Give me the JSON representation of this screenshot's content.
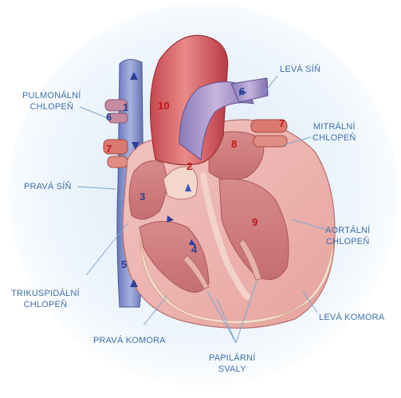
{
  "labels": {
    "pulmonalni_chlopen": [
      "PULMONÁLNÍ",
      "CHLOPEŇ"
    ],
    "leva_sin": "LEVÁ SÍŇ",
    "mitralni_chlopen": [
      "MITRÁLNÍ",
      "CHLOPEŇ"
    ],
    "prava_sin": "PRAVÁ SÍŇ",
    "aortalni_chlopen": [
      "AORTÁLNÍ",
      "CHLOPEŇ"
    ],
    "trikuspidalni_chlopen": [
      "TRIKUSPIDÁLNÍ",
      "CHLOPEŇ"
    ],
    "leva_komora": "LEVÁ KOMORA",
    "prava_komora": "PRAVÁ KOMORA",
    "papilarni_svaly": [
      "PAPILÁRNÍ",
      "SVALY"
    ]
  },
  "numbers": {
    "n1": "1",
    "n2": "2",
    "n3": "3",
    "n4": "4",
    "n5": "5",
    "n6a": "6",
    "n6b": "6",
    "n7a": "7",
    "n7b": "7",
    "n8": "8",
    "n9": "9",
    "n10": "10"
  },
  "colors": {
    "label_text": "#3f6fa7",
    "leader_line": "#7fa6cf",
    "blue_numbers": "#2a3f8f",
    "red_numbers": "#c0151b",
    "background_glow": "#e8f1fa"
  }
}
